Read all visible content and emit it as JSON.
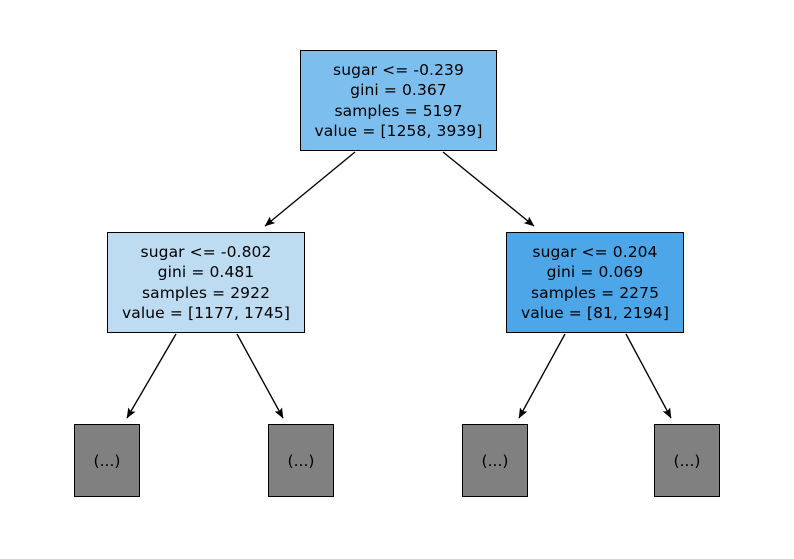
{
  "figure": {
    "background_color": "#ffffff",
    "edge_color": "#000000",
    "border_color": "#000000"
  },
  "chart_data": {
    "type": "diagram",
    "title": "",
    "diagram_kind": "decision-tree",
    "feature_names": [
      "sugar"
    ],
    "criterion": "gini",
    "class_count": 2,
    "nodes": [
      {
        "id": "root",
        "depth": 0,
        "kind": "split",
        "fill": "#7cbeee",
        "condition": "sugar <= -0.239",
        "gini": "gini = 0.367",
        "samples": "samples = 5197",
        "value": "value = [1258, 3939]",
        "gini_value": 0.367,
        "samples_value": 5197,
        "value_counts": [
          1258,
          3939
        ],
        "threshold": -0.239
      },
      {
        "id": "left",
        "depth": 1,
        "kind": "split",
        "fill": "#bddcf2",
        "condition": "sugar <= -0.802",
        "gini": "gini = 0.481",
        "samples": "samples = 2922",
        "value": "value = [1177, 1745]",
        "gini_value": 0.481,
        "samples_value": 2922,
        "value_counts": [
          1177,
          1745
        ],
        "threshold": -0.802
      },
      {
        "id": "right",
        "depth": 1,
        "kind": "split",
        "fill": "#4ca6e8",
        "condition": "sugar <= 0.204",
        "gini": "gini = 0.069",
        "samples": "samples = 2275",
        "value": "value = [81, 2194]",
        "gini_value": 0.069,
        "samples_value": 2275,
        "value_counts": [
          81,
          2194
        ],
        "threshold": 0.204
      },
      {
        "id": "leaf-0",
        "depth": 2,
        "kind": "truncated",
        "fill": "#808080",
        "label": "(...)"
      },
      {
        "id": "leaf-1",
        "depth": 2,
        "kind": "truncated",
        "fill": "#808080",
        "label": "(...)"
      },
      {
        "id": "leaf-2",
        "depth": 2,
        "kind": "truncated",
        "fill": "#808080",
        "label": "(...)"
      },
      {
        "id": "leaf-3",
        "depth": 2,
        "kind": "truncated",
        "fill": "#808080",
        "label": "(...)"
      }
    ],
    "edges": [
      {
        "from": "root",
        "to": "left",
        "branch": "true"
      },
      {
        "from": "root",
        "to": "right",
        "branch": "false"
      },
      {
        "from": "left",
        "to": "leaf-0",
        "branch": "true"
      },
      {
        "from": "left",
        "to": "leaf-1",
        "branch": "false"
      },
      {
        "from": "right",
        "to": "leaf-2",
        "branch": "true"
      },
      {
        "from": "right",
        "to": "leaf-3",
        "branch": "false"
      }
    ]
  }
}
